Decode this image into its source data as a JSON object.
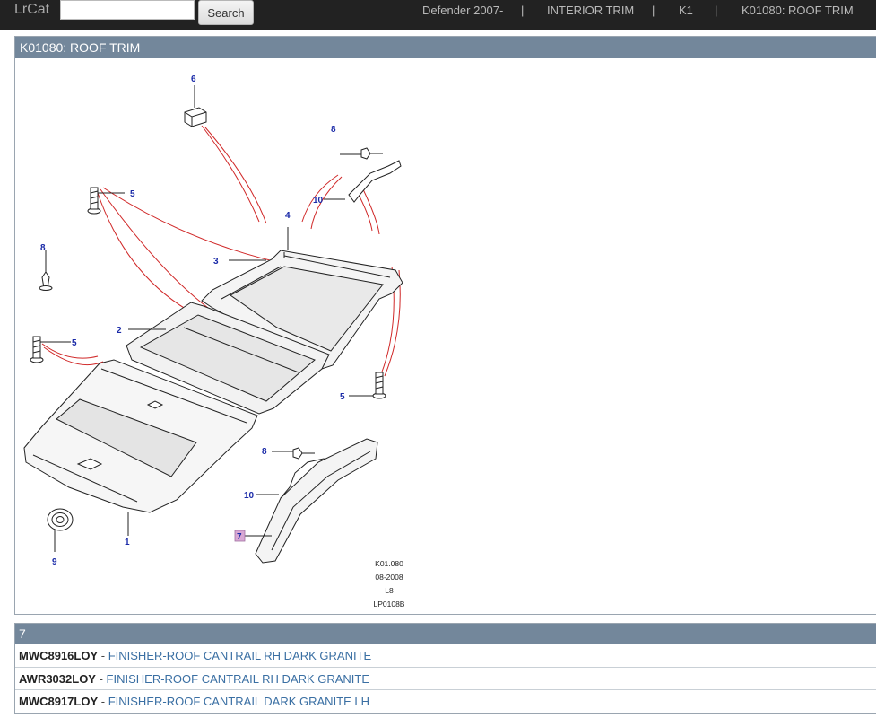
{
  "app": {
    "brand": "LrCat"
  },
  "search": {
    "placeholder": "",
    "value": "",
    "button_label": "Search"
  },
  "breadcrumb": [
    {
      "label": "Defender 2007-"
    },
    {
      "label": "INTERIOR TRIM"
    },
    {
      "label": "K1"
    },
    {
      "label": "K01080: ROOF TRIM"
    }
  ],
  "breadcrumb_separator": "|",
  "diagram_panel": {
    "title": "K01080: ROOF TRIM"
  },
  "diagram": {
    "callouts": [
      "6",
      "8",
      "10",
      "5",
      "4",
      "3",
      "8",
      "2",
      "5",
      "5",
      "8",
      "10",
      "7",
      "1",
      "9"
    ],
    "highlighted_callout": "7",
    "info": [
      "K01.080",
      "08-2008",
      "L8",
      "LP0108B"
    ],
    "colors": {
      "callout": "#1a2aa8",
      "leader": "#d02828",
      "highlight": "#d9a8d4"
    }
  },
  "parts_panel": {
    "title": "7",
    "rows": [
      {
        "part_no": "MWC8916LOY",
        "sep": " - ",
        "desc": "FINISHER-ROOF CANTRAIL RH DARK GRANITE"
      },
      {
        "part_no": "AWR3032LOY",
        "sep": " - ",
        "desc": "FINISHER-ROOF CANTRAIL RH DARK GRANITE"
      },
      {
        "part_no": "MWC8917LOY",
        "sep": " - ",
        "desc": "FINISHER-ROOF CANTRAIL DARK GRANITE LH"
      }
    ]
  },
  "colors": {
    "topbar": "#222222",
    "panel_header": "#73879b",
    "link": "#3a6fa3"
  }
}
